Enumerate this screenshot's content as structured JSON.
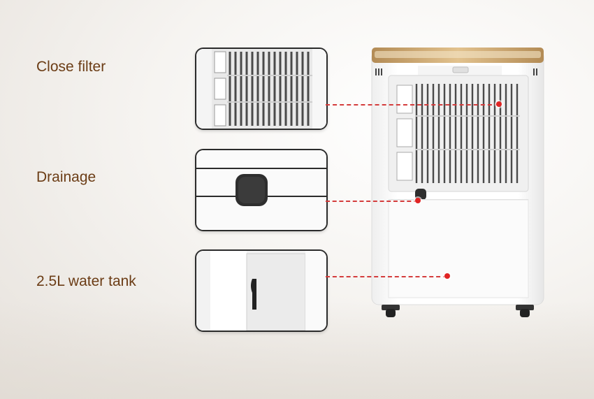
{
  "features": [
    {
      "label": "Close filter"
    },
    {
      "label": "Drainage"
    },
    {
      "label": "2.5L water tank"
    }
  ],
  "colors": {
    "label_text": "#6b3c15",
    "leader_line": "#d43c3c",
    "marker_dot": "#e02424",
    "trim_gold": "#c9a36b",
    "callout_border": "#2b2b2b"
  },
  "icons": {
    "filter": "filter-grille-icon",
    "drain": "drain-plug-icon",
    "tank": "water-tank-icon"
  }
}
